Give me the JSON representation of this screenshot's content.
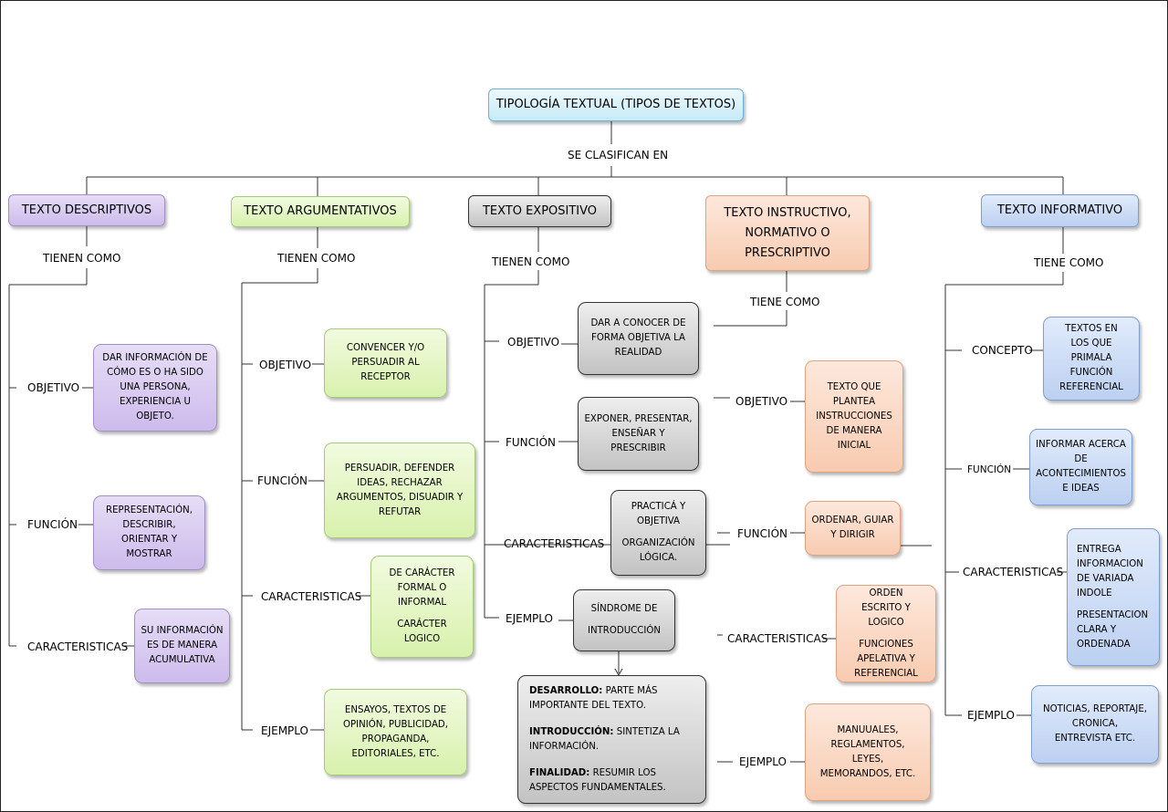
{
  "title": "TIPOLOGÍA TEXTUAL (TIPOS DE TEXTOS)",
  "connector_main": "SE CLASIFICAN EN",
  "descriptivos": {
    "header": "TEXTO DESCRIPTIVOS",
    "connector": "TIENEN COMO",
    "objetivo_label": "OBJETIVO",
    "objetivo": "DAR INFORMACIÓN DE CÓMO ES O HA SIDO UNA PERSONA, EXPERIENCIA U OBJETO.",
    "funcion_label": "FUNCIÓN",
    "funcion": "REPRESENTACIÓN, DESCRIBIR, ORIENTAR Y MOSTRAR",
    "caracteristicas_label": "CARACTERISTICAS",
    "caracteristicas": "SU INFORMACIÓN ES DE MANERA ACUMULATIVA"
  },
  "argumentativos": {
    "header": "TEXTO ARGUMENTATIVOS",
    "connector": "TIENEN COMO",
    "objetivo_label": "OBJETIVO",
    "objetivo": "CONVENCER Y/O PERSUADIR AL RECEPTOR",
    "funcion_label": "FUNCIÓN",
    "funcion": "PERSUADIR, DEFENDER IDEAS, RECHAZAR ARGUMENTOS, DISUADIR Y REFUTAR",
    "caracteristicas_label": "CARACTERISTICAS",
    "caracteristicas_1": "DE CARÁCTER FORMAL O INFORMAL",
    "caracteristicas_2": "CARÁCTER LOGICO",
    "ejemplo_label": "EJEMPLO",
    "ejemplo": "ENSAYOS, TEXTOS DE OPINIÓN, PUBLICIDAD, PROPAGANDA, EDITORIALES, ETC."
  },
  "expositivo": {
    "header": "TEXTO EXPOSITIVO",
    "connector": "TIENEN COMO",
    "objetivo_label": "OBJETIVO",
    "objetivo": "DAR A CONOCER DE FORMA OBJETIVA LA REALIDAD",
    "funcion_label": "FUNCIÓN",
    "funcion": "EXPONER, PRESENTAR, ENSEÑAR Y PRESCRIBIR",
    "caracteristicas_label": "CARACTERISTICAS",
    "caracteristicas_1": "PRACTICÁ Y OBJETIVA",
    "caracteristicas_2": "ORGANIZACIÓN LÓGICA.",
    "ejemplo_label": "EJEMPLO",
    "ejemplo_1": "SÍNDROME DE",
    "ejemplo_2": "INTRODUCCIÓN",
    "detalle": {
      "desarrollo_label": "DESARROLLO:",
      "desarrollo": "PARTE MÁS IMPORTANTE DEL TEXTO.",
      "introduccion_label": "INTRODUCCIÓN:",
      "introduccion": "SINTETIZA LA INFORMACIÓN.",
      "finalidad_label": "FINALIDAD:",
      "finalidad": "RESUMIR LOS ASPECTOS FUNDAMENTALES."
    }
  },
  "instructivo": {
    "header": "TEXTO INSTRUCTIVO, NORMATIVO O PRESCRIPTIVO",
    "connector": "TIENE COMO",
    "objetivo_label": "OBJETIVO",
    "objetivo": "TEXTO QUE PLANTEA INSTRUCCIONES DE MANERA INICIAL",
    "funcion_label": "FUNCIÓN",
    "funcion": "ORDENAR, GUIAR Y DIRIGIR",
    "caracteristicas_label": "CARACTERISTICAS",
    "caracteristicas_1": "ORDEN ESCRITO Y LOGICO",
    "caracteristicas_2": "FUNCIONES APELATIVA Y REFERENCIAL",
    "ejemplo_label": "EJEMPLO",
    "ejemplo": "MANUUALES, REGLAMENTOS, LEYES, MEMORANDOS, ETC."
  },
  "informativo": {
    "header": "TEXTO INFORMATIVO",
    "connector": "TIENE COMO",
    "concepto_label": "CONCEPTO",
    "concepto": "TEXTOS EN LOS QUE PRIMALA FUNCIÓN REFERENCIAL",
    "funcion_label": "FUNCIÓN",
    "funcion": "INFORMAR ACERCA DE ACONTECIMIENTOS E IDEAS",
    "caracteristicas_label": "CARACTERISTICAS",
    "caracteristicas_1": "ENTREGA INFORMACION DE VARIADA INDOLE",
    "caracteristicas_2": "PRESENTACION CLARA Y ORDENADA",
    "ejemplo_label": "EJEMPLO",
    "ejemplo": "NOTICIAS, REPORTAJE, CRONICA, ENTREVISTA ETC."
  },
  "colors": {
    "descriptivos": "#cdbbec",
    "argumentativos": "#d8f1ad",
    "expositivo": "#c3c3c3",
    "instructivo": "#f8cbb0",
    "informativo": "#bcd0f1",
    "title": "#c6eaf7"
  }
}
